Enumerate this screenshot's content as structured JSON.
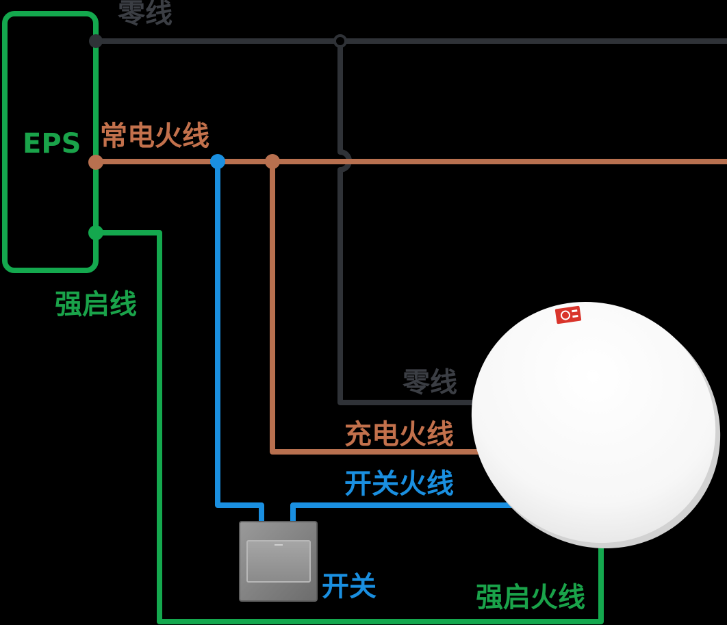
{
  "labels": {
    "eps": "EPS",
    "neutral_top": "零线",
    "constant_live": "常电火线",
    "forced_start": "强启线",
    "neutral_lamp": "零线",
    "charging_live": "充电火线",
    "switched_live": "开关火线",
    "switch": "开关",
    "forced_live": "强启火线"
  },
  "colors": {
    "background": "#000000",
    "neutral": "#2f3237",
    "neutral_text": "#3b3e44",
    "live": "#b8704f",
    "live_text": "#c3714c",
    "switch": "#1a8fe0",
    "forced": "#14a84e",
    "forced_text": "#1aa34a",
    "lamp": "#ffffff",
    "lamp_badge": "#d9342b",
    "switch_body": "#7d7d7d"
  },
  "icons": {
    "lamp": "ceiling-lamp-icon",
    "switch": "wall-switch-icon"
  }
}
